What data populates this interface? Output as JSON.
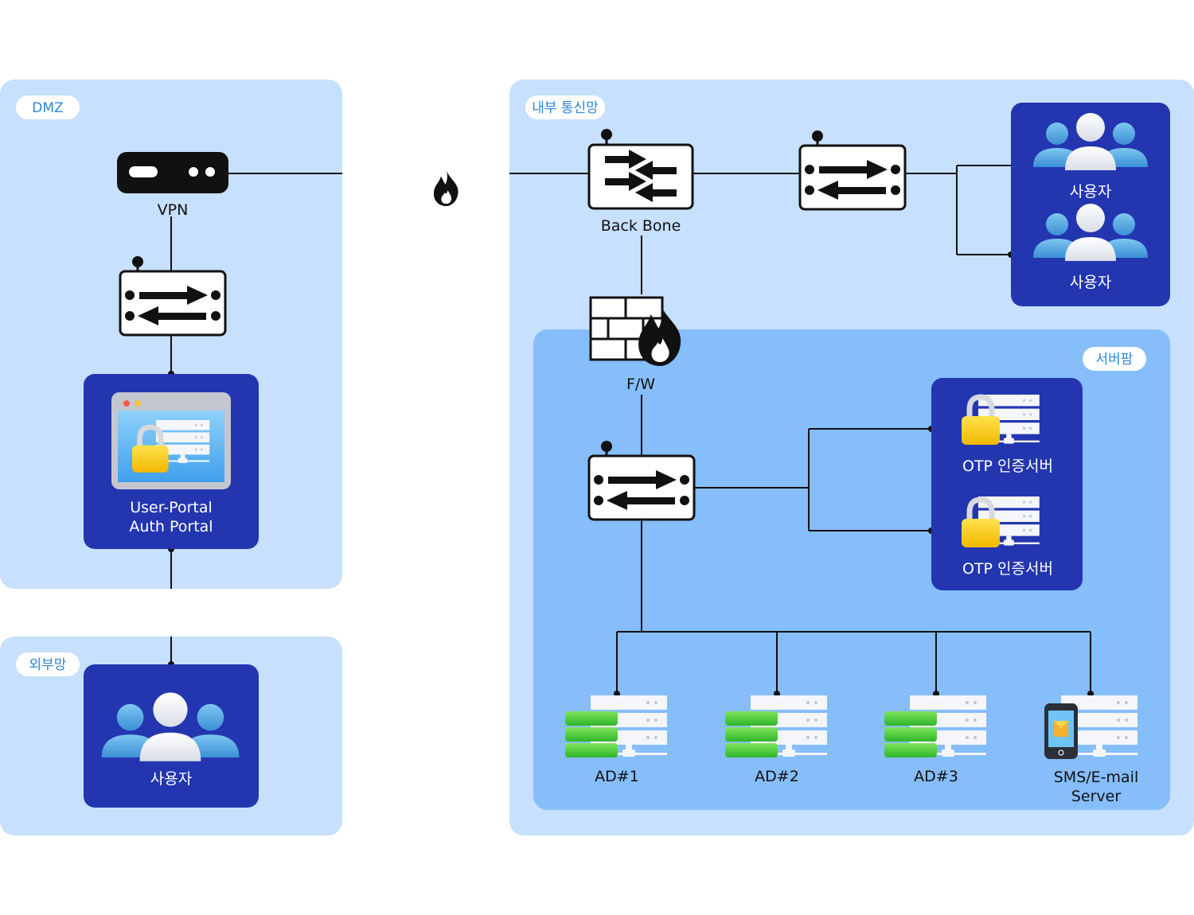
{
  "zones": {
    "dmz": "DMZ",
    "external": "외부망",
    "internal": "내부 통신망",
    "server_farm": "서버팜"
  },
  "nodes": {
    "vpn": "VPN",
    "portal_line1": "User-Portal",
    "portal_line2": "Auth Portal",
    "external_users": "사용자",
    "backbone": "Back Bone",
    "firewall": "F/W",
    "internal_users_1": "사용자",
    "internal_users_2": "사용자",
    "otp_1": "OTP 인증서버",
    "otp_2": "OTP 인증서버",
    "ad1": "AD#1",
    "ad2": "AD#2",
    "ad3": "AD#3",
    "sms_line1": "SMS/E-mail",
    "sms_line2": "Server"
  },
  "colors": {
    "zone_light": "#c6e0fd",
    "zone_mid": "#86bdfb",
    "node_box": "#2336b0",
    "line": "#111111",
    "accent_text": "#2a86d8",
    "lock": "#f5c400",
    "db_green": "#4ccf3a"
  },
  "icons": [
    "vpn-box-icon",
    "switch-icon",
    "portal-window-icon",
    "users-icon",
    "fire-icon",
    "backbone-router-icon",
    "firewall-icon",
    "otp-server-icon",
    "ad-server-icon",
    "sms-server-icon"
  ]
}
